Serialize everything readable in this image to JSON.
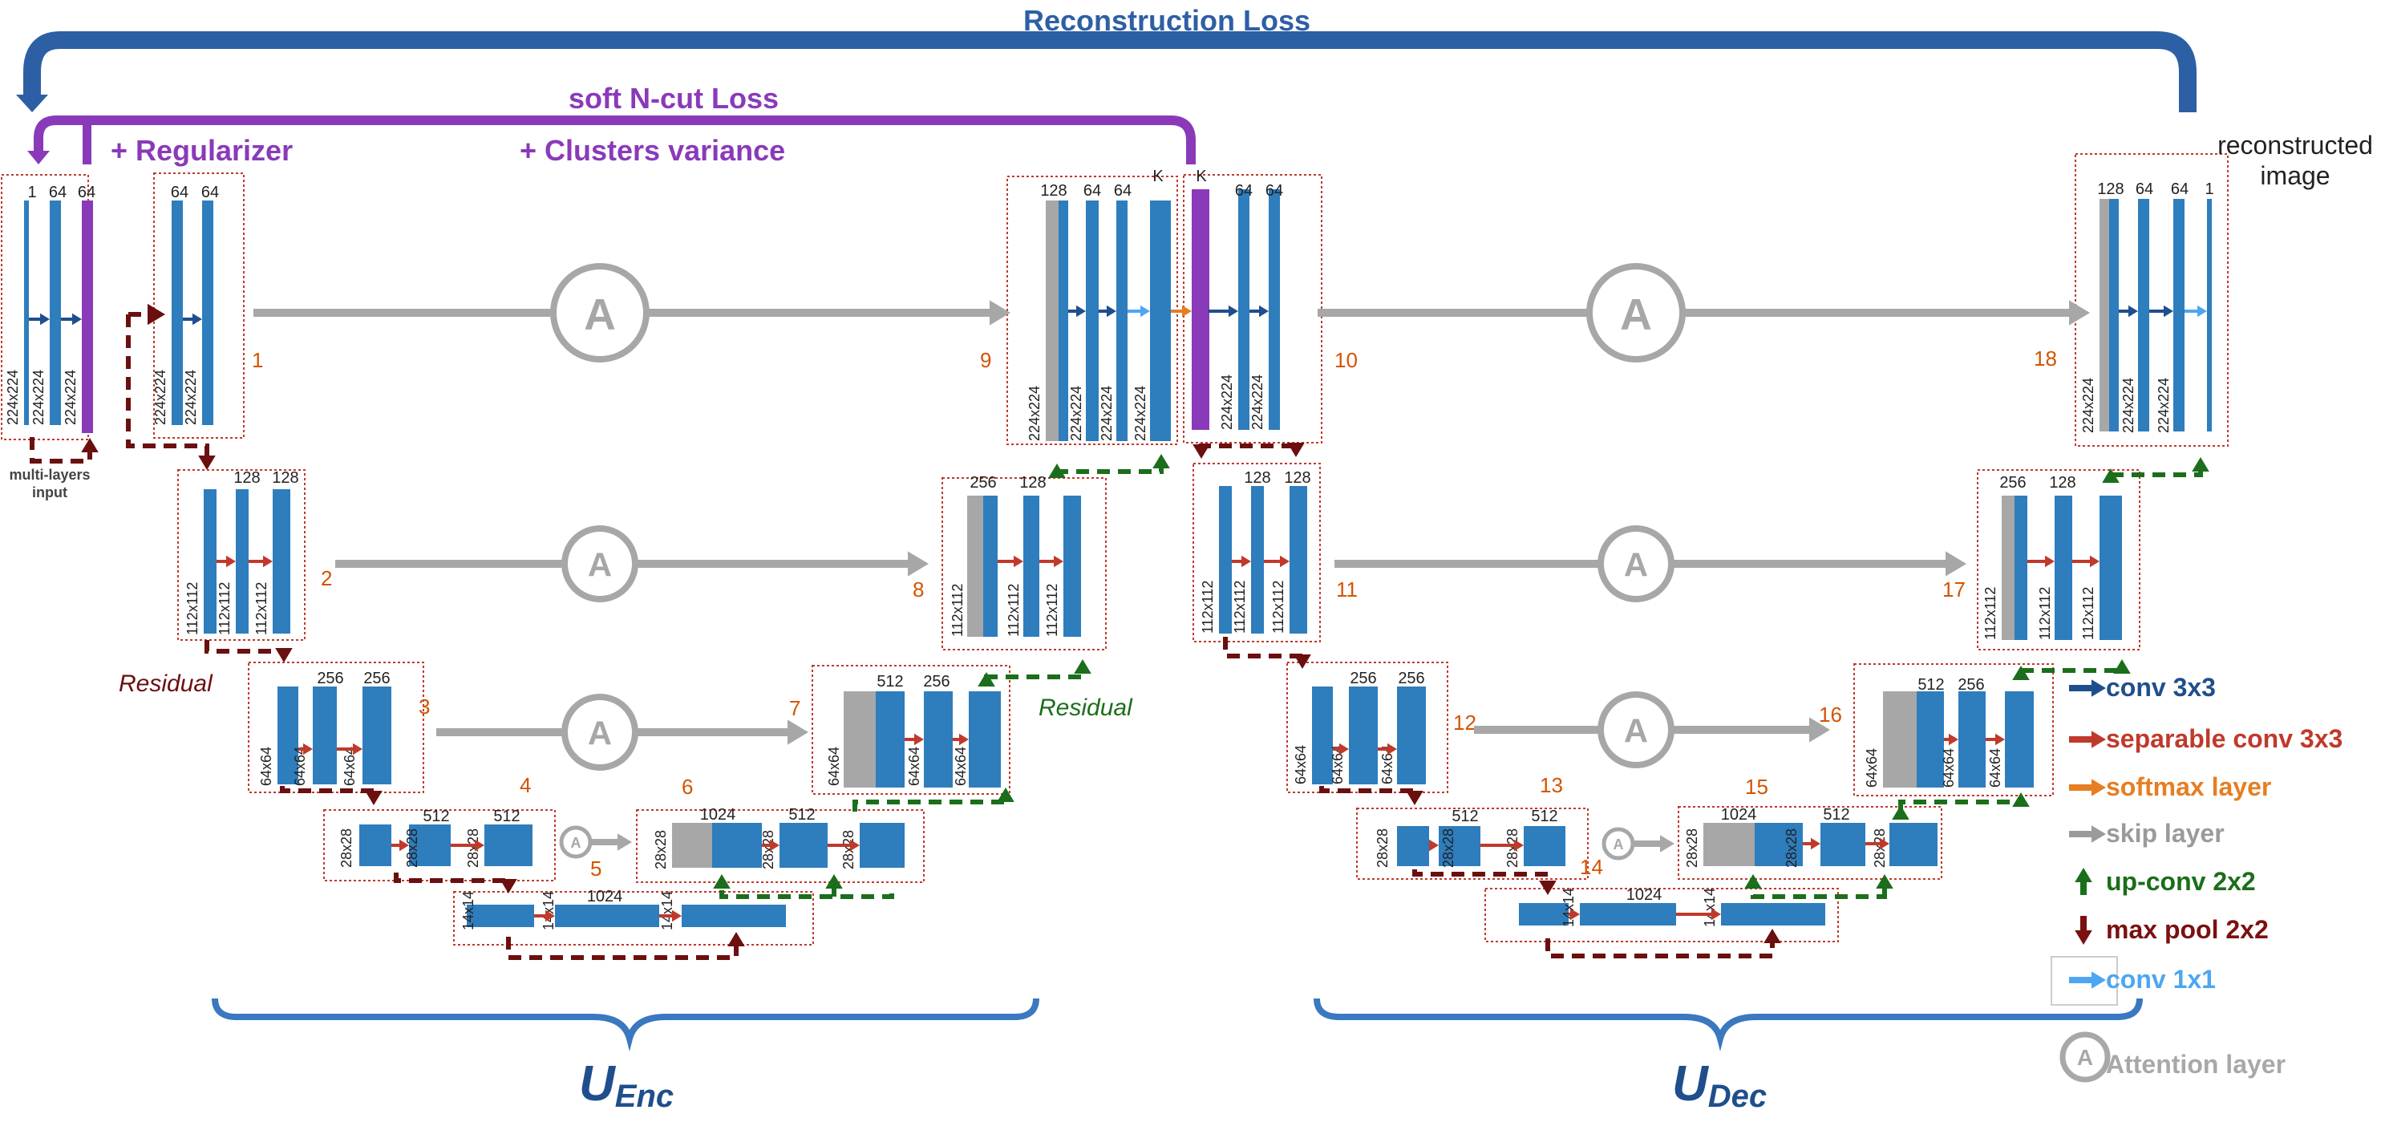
{
  "losses": {
    "reconstruction": "Reconstruction Loss",
    "ncut": "soft N-cut Loss",
    "regularizer": "+ Regularizer",
    "clusters": "+ Clusters variance"
  },
  "input_label": [
    "multi-layers",
    "input"
  ],
  "output_label": [
    "reconstructed",
    "image"
  ],
  "residual_label": "Residual",
  "attention_symbol": "A",
  "enc_label": {
    "main": "U",
    "sub": "Enc"
  },
  "dec_label": {
    "main": "U",
    "sub": "Dec"
  },
  "legend": [
    {
      "label": "conv 3x3",
      "color": "#1f4e8c",
      "kind": "arrow"
    },
    {
      "label": "separable conv 3x3",
      "color": "#c0392b",
      "kind": "arrow"
    },
    {
      "label": "softmax layer",
      "color": "#e67e22",
      "kind": "arrow"
    },
    {
      "label": "skip layer",
      "color": "#9a9a9a",
      "kind": "arrow"
    },
    {
      "label": "up-conv 2x2",
      "color": "#1b6e1b",
      "kind": "up"
    },
    {
      "label": "max pool 2x2",
      "color": "#7b1010",
      "kind": "down"
    },
    {
      "label": "conv 1x1",
      "color": "#4ea6f0",
      "kind": "arrow"
    },
    {
      "label": "Attention layer",
      "color": "#a8a8a8",
      "kind": "circle"
    }
  ],
  "colors": {
    "feature": "#2e7dbd",
    "skip": "#a7a7a7",
    "ncut": "#8a3ab9",
    "recon": "#2d5fa4",
    "pool": "#6b0f0f",
    "upconv": "#1b6e1b",
    "block_border": "#c0392b",
    "numbers": "#d35400",
    "bracket": "#3a78c0"
  },
  "blocks": [
    {
      "n": "1",
      "channels": [
        "64",
        "64"
      ],
      "size": "224x224"
    },
    {
      "n": "2",
      "channels": [
        "128",
        "128"
      ],
      "size": "112x112"
    },
    {
      "n": "3",
      "channels": [
        "256",
        "256"
      ],
      "size": "64x64"
    },
    {
      "n": "4",
      "channels": [
        "512",
        "512"
      ],
      "size": "28x28"
    },
    {
      "n": "5",
      "channels": [
        "1024"
      ],
      "size": "14x14"
    },
    {
      "n": "6",
      "channels": [
        "1024",
        "512"
      ],
      "size": "28x28"
    },
    {
      "n": "7",
      "channels": [
        "512",
        "256"
      ],
      "size": "64x64"
    },
    {
      "n": "8",
      "channels": [
        "256",
        "128"
      ],
      "size": "112x112"
    },
    {
      "n": "9",
      "channels": [
        "128",
        "64",
        "64",
        "K"
      ],
      "size": "224x224"
    },
    {
      "n": "10",
      "channels": [
        "K",
        "64",
        "64"
      ],
      "size": "224x224"
    },
    {
      "n": "11",
      "channels": [
        "128",
        "128"
      ],
      "size": "112x112"
    },
    {
      "n": "12",
      "channels": [
        "256",
        "256"
      ],
      "size": "64x64"
    },
    {
      "n": "13",
      "channels": [
        "512",
        "512"
      ],
      "size": "28x28"
    },
    {
      "n": "14",
      "channels": [
        "1024"
      ],
      "size": "14x14"
    },
    {
      "n": "15",
      "channels": [
        "1024",
        "512"
      ],
      "size": "28x28"
    },
    {
      "n": "16",
      "channels": [
        "512",
        "256"
      ],
      "size": "64x64"
    },
    {
      "n": "17",
      "channels": [
        "256",
        "128"
      ],
      "size": "112x112"
    },
    {
      "n": "18",
      "channels": [
        "128",
        "64",
        "64",
        "1"
      ],
      "size": "224x224"
    }
  ],
  "input_block": {
    "channels": [
      "1",
      "64",
      "64"
    ],
    "size": "224x224"
  }
}
